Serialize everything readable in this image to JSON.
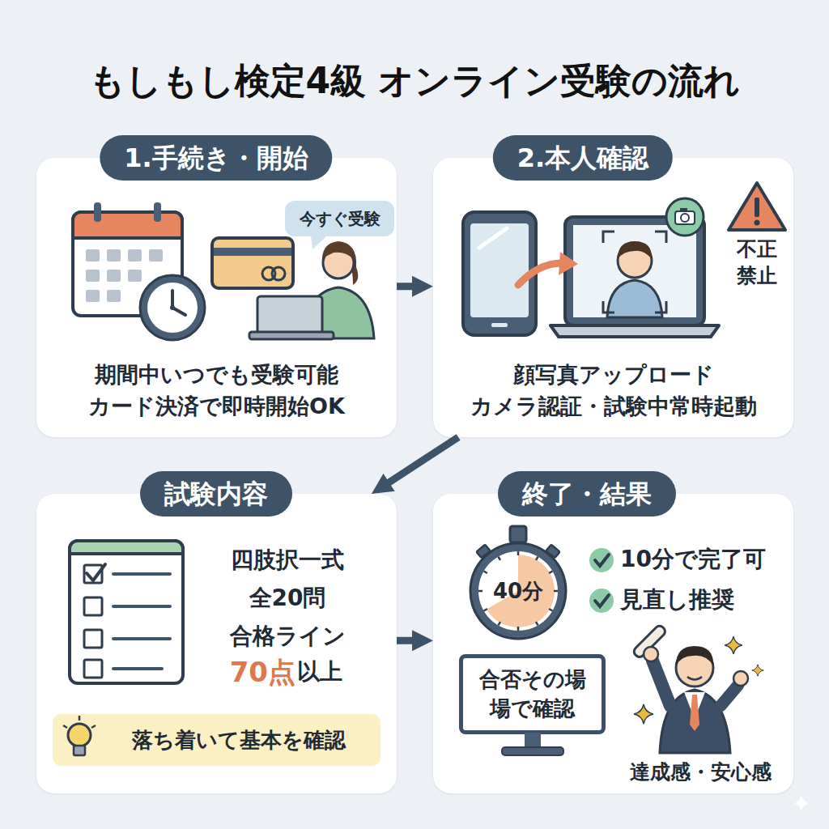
{
  "diagram": {
    "title": "もしもし検定4級 オンライン受験の流れ",
    "nodes": [
      {
        "text": [
          "1.手続き・開始",
          "期間中いつでも受験可能 カード決済で即時開始OK"
        ]
      },
      {
        "text": [
          "今すぐ受験"
        ],
        "in": 0
      },
      {
        "text": [
          "2.本人確認",
          "顔写真アップロード カメラ認証・試験中常時起動"
        ]
      },
      {
        "text": [
          "試験内容",
          "四肢択一式 全20問 合格ライン",
          "70点",
          "以上"
        ]
      },
      {
        "text": [
          "落ち着いて基本を確認"
        ],
        "in": 3
      },
      {
        "text": [
          "終了・結果"
        ]
      },
      {
        "text": [
          "40分"
        ],
        "in": 5
      },
      {
        "text": [
          "合否その場 場で確認"
        ],
        "in": 5
      }
    ],
    "edges": [
      {
        "from": 0,
        "to": 2,
        "arrow": "to"
      },
      {
        "from": 2,
        "to": 3,
        "arrow": "to"
      },
      {
        "from": 3,
        "to": 5,
        "arrow": "to"
      }
    ],
    "labels": [
      "不正 禁止",
      "10分で完了可",
      "見直し推奨",
      "達成感・安心感"
    ]
  }
}
